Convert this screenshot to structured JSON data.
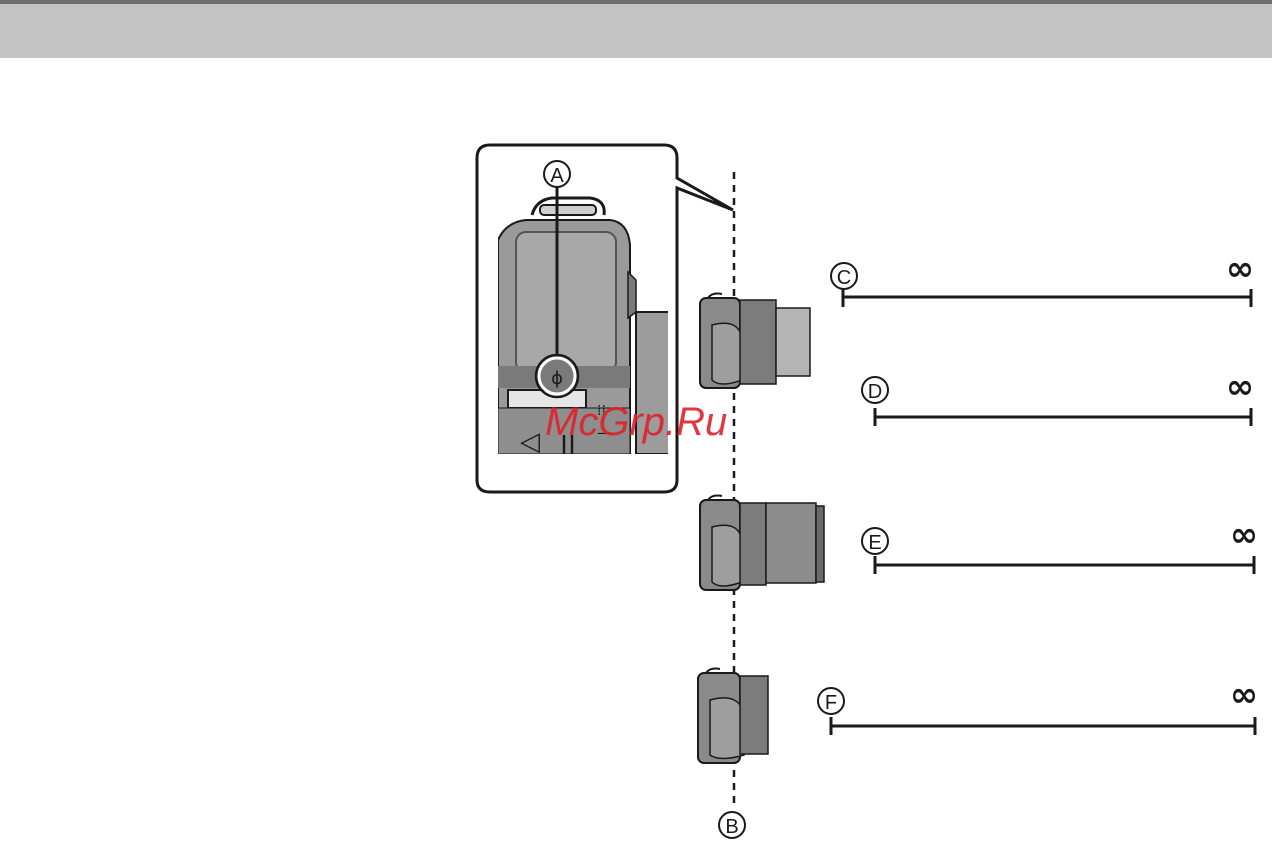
{
  "header": {
    "bar_color": "#c4c4c4"
  },
  "labels": {
    "A": "A",
    "B": "B",
    "C": "C",
    "D": "D",
    "E": "E",
    "F": "F"
  },
  "infinity_symbol": "∞",
  "watermark": "McGrp.Ru",
  "zoom_button_glyph": "ɸ",
  "camera_buttons": {
    "left_arrow": "◁",
    "grip": "||",
    "minus": "—",
    "dots": "⁞⁞"
  },
  "colors": {
    "line": "#1a1a1a",
    "body": "#8a8a8a",
    "dark": "#3a3a3a",
    "watermark": "#e0202a"
  }
}
